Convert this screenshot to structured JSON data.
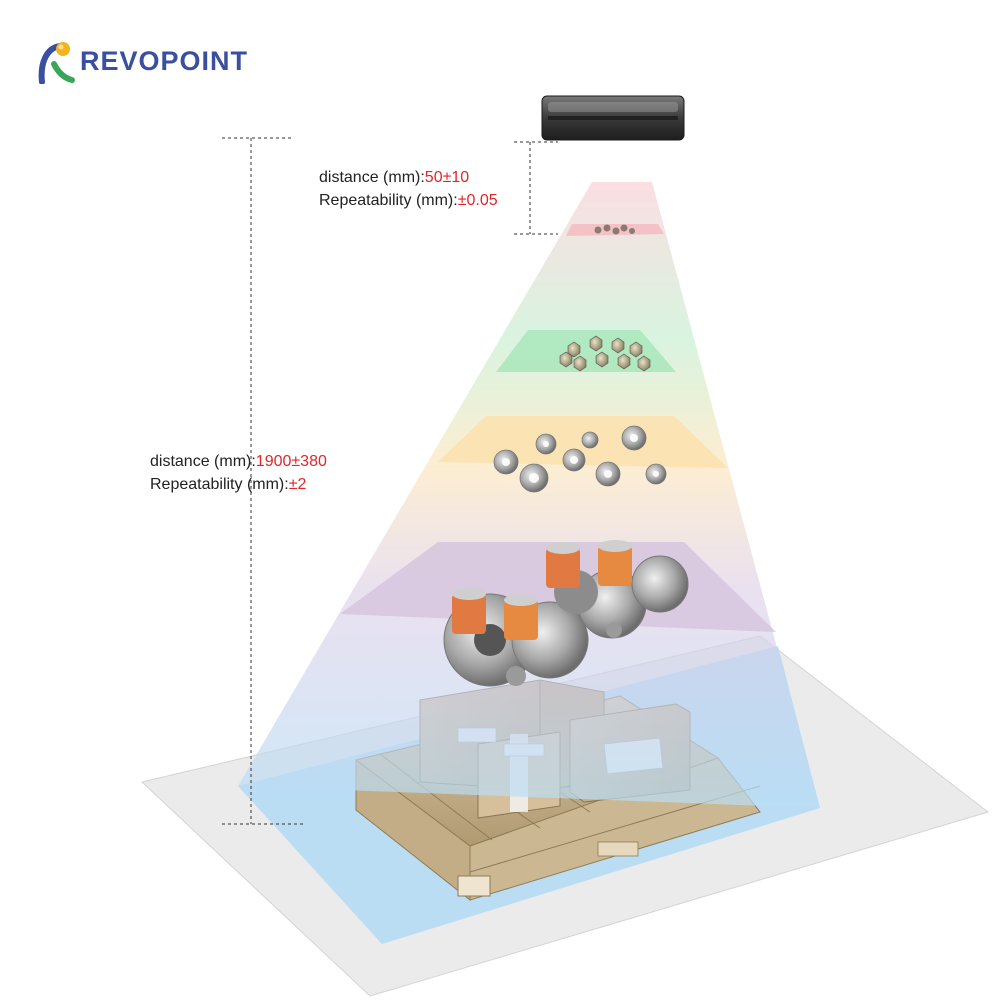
{
  "brand": {
    "name": "REVOPOINT",
    "logo_icon": "revopoint-logo-icon",
    "colors": {
      "text": "#3a4fa0",
      "accent": "#f2b31b"
    }
  },
  "specs": {
    "near": {
      "distance_label": "distance (mm):",
      "distance_value": "50±10",
      "repeatability_label": "Repeatability (mm):",
      "repeatability_value": "±0.05"
    },
    "far": {
      "distance_label": "distance (mm):",
      "distance_value": "1900±380",
      "repeatability_label": "Repeatability (mm):",
      "repeatability_value": "±2"
    },
    "highlight_color": "#e0262a"
  },
  "scan_layers": [
    {
      "name": "pink-layer",
      "color": "#f7c9cf",
      "objects": "small-screw-parts"
    },
    {
      "name": "green-layer",
      "color": "#bfeccb",
      "objects": "hex-nuts"
    },
    {
      "name": "yellow-layer",
      "color": "#fbe2b3",
      "objects": "pipe-flanges"
    },
    {
      "name": "purple-layer",
      "color": "#d9cbe0",
      "objects": "engine-parts"
    },
    {
      "name": "blue-layer",
      "color": "#bfe3f7",
      "objects": "pallet-with-boxes"
    }
  ]
}
